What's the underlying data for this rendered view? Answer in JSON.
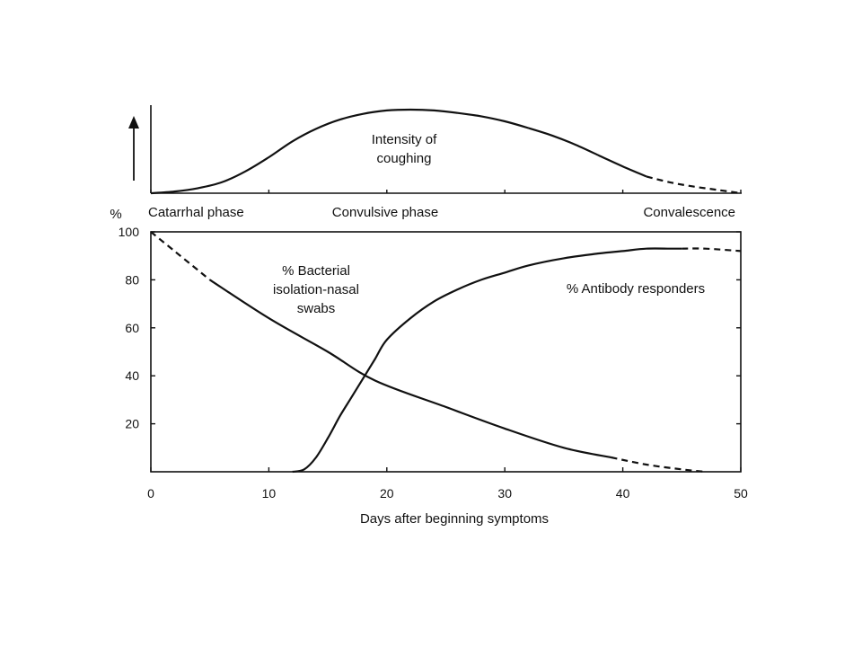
{
  "chart_data": [
    {
      "type": "line",
      "id": "coughing",
      "xlim": [
        0,
        50
      ],
      "grid": false,
      "y_axis_arrow": true,
      "annotation": [
        "Intensity of",
        "coughing"
      ],
      "phase_labels": [
        {
          "text": "Catarrhal phase",
          "x": 0
        },
        {
          "text": "Convulsive phase",
          "x": 20
        },
        {
          "text": "Convalescence",
          "x": 50
        }
      ],
      "x_ticks": [
        0,
        10,
        20,
        30,
        40,
        50
      ],
      "series": [
        {
          "style": "solid",
          "x": [
            0,
            2,
            4,
            6,
            8,
            10,
            12,
            14,
            16,
            18,
            20,
            22,
            24,
            26,
            28,
            30,
            32,
            34,
            36,
            38,
            40,
            42
          ],
          "y": [
            0.0,
            0.02,
            0.06,
            0.13,
            0.26,
            0.43,
            0.62,
            0.77,
            0.88,
            0.95,
            0.99,
            1.0,
            0.99,
            0.96,
            0.92,
            0.86,
            0.78,
            0.69,
            0.58,
            0.45,
            0.32,
            0.2
          ]
        },
        {
          "style": "dashed",
          "x": [
            42,
            44,
            46,
            48,
            50
          ],
          "y": [
            0.2,
            0.13,
            0.08,
            0.04,
            0.0
          ]
        }
      ]
    },
    {
      "type": "line",
      "id": "lab",
      "xlabel": "Days after beginning symptoms",
      "ylabel": "%",
      "xlim": [
        0,
        50
      ],
      "ylim": [
        0,
        100
      ],
      "grid": false,
      "x_ticks": [
        0,
        10,
        20,
        30,
        40,
        50
      ],
      "y_ticks": [
        20,
        40,
        60,
        80,
        100
      ],
      "series": [
        {
          "id": "bacterial",
          "annotation": [
            "% Bacterial",
            "isolation-nasal",
            "swabs"
          ],
          "segments": [
            {
              "style": "dashed",
              "x": [
                0,
                2,
                4,
                5
              ],
              "y": [
                100,
                92,
                84,
                80
              ]
            },
            {
              "style": "solid",
              "x": [
                5,
                10,
                15,
                19,
                25,
                30,
                35,
                39
              ],
              "y": [
                80,
                64,
                50,
                38,
                27,
                18,
                10,
                6
              ]
            },
            {
              "style": "dashed",
              "x": [
                39,
                42,
                45,
                47
              ],
              "y": [
                6,
                3,
                1,
                0
              ]
            }
          ]
        },
        {
          "id": "antibody",
          "annotation": [
            "% Antibody responders"
          ],
          "segments": [
            {
              "style": "solid",
              "x": [
                12,
                13,
                14,
                15,
                16,
                17,
                18,
                19,
                20,
                22,
                24,
                26,
                28,
                30,
                32,
                35,
                38,
                40,
                42,
                44,
                45
              ],
              "y": [
                0,
                1,
                6,
                14,
                23,
                31,
                39,
                47,
                55,
                64,
                71,
                76,
                80,
                83,
                86,
                89,
                91,
                92,
                93,
                93,
                93
              ]
            },
            {
              "style": "dashed",
              "x": [
                45,
                47,
                50
              ],
              "y": [
                93,
                93,
                92
              ]
            }
          ]
        }
      ]
    }
  ]
}
